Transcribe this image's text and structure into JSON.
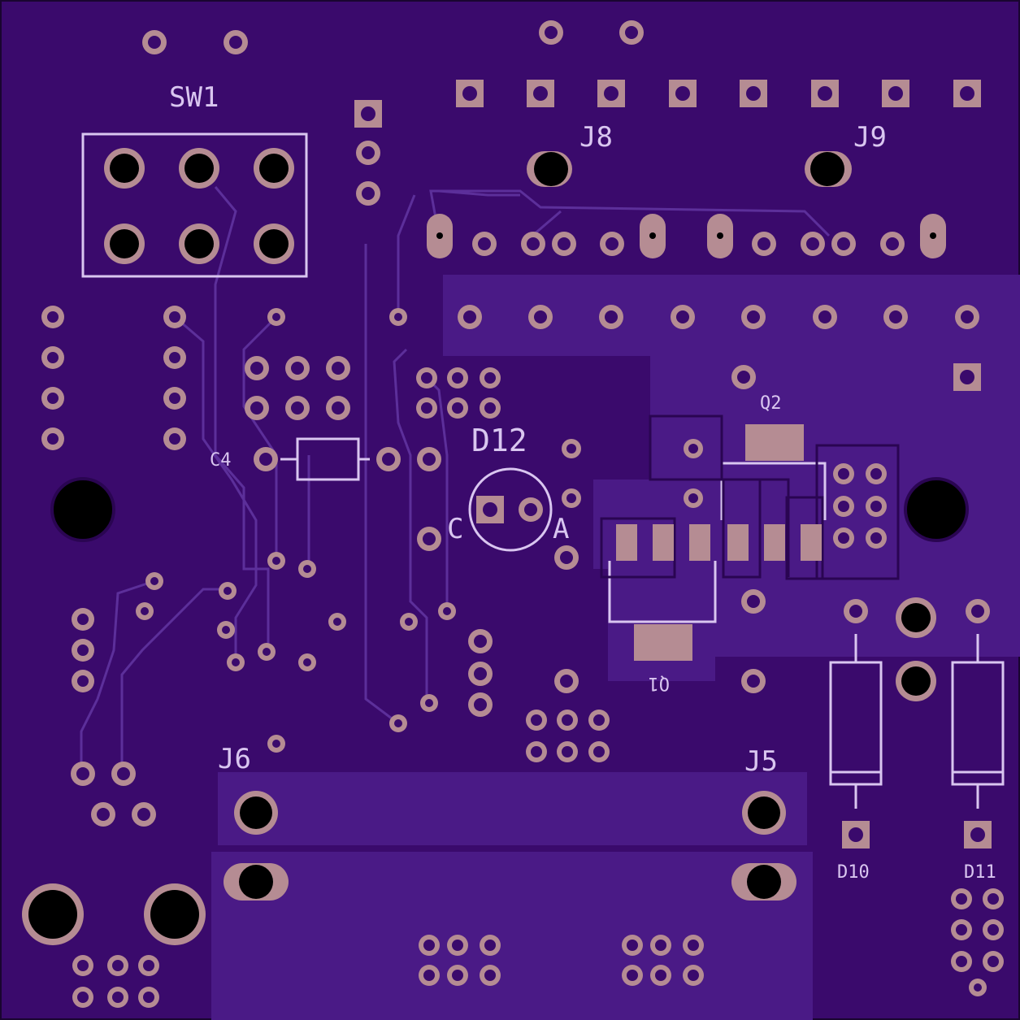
{
  "board": {
    "colors": {
      "substrate": "#3a0a6c",
      "copper_pour": "#4a1a86",
      "trace": "#5c2f9a",
      "pad": "#b58c93",
      "pad_hole": "#000000",
      "silkscreen": "#d9c6f0",
      "outline": "#1a0530"
    }
  },
  "labels": {
    "sw1": "SW1",
    "j8": "J8",
    "j9": "J9",
    "c4": "C4",
    "d12": "D12",
    "d12_cathode": "C",
    "d12_anode": "A",
    "q2": "Q2",
    "q1": "Q1",
    "j6": "J6",
    "j5": "J5",
    "d10": "D10",
    "d11": "D11"
  }
}
